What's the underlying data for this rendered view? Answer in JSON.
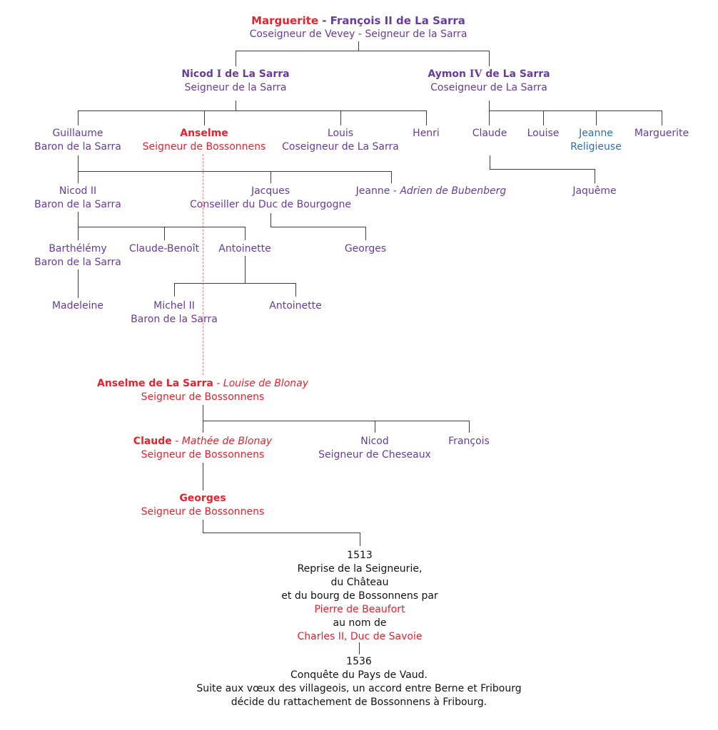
{
  "colors": {
    "purple": "#683c9b",
    "red": "#e9212d",
    "blue": "#2e6db8",
    "ink": "#121212",
    "line": "#3c3c3c",
    "dash": "#f28080"
  },
  "tree": {
    "root": {
      "wife": "Marguerite",
      "sep": " - ",
      "husband": "François II de La Sarra",
      "subtitle": "Coseigneur de Vevey - Seigneur de la Sarra"
    },
    "nicod1": {
      "pre": "Nicod ",
      "numeral": "I",
      "post": " de La Sarra",
      "subtitle": "Seigneur de la Sarra"
    },
    "aymon4": {
      "pre": "Aymon ",
      "numeral": "IV",
      "post": " de La Sarra",
      "subtitle": "Coseigneur de La Sarra"
    },
    "guillaume": {
      "name": "Guillaume",
      "subtitle": "Baron de la Sarra"
    },
    "anselme1": {
      "name": "Anselme",
      "subtitle": "Seigneur de Bossonnens"
    },
    "louis": {
      "name": "Louis",
      "subtitle": "Coseigneur de La Sarra"
    },
    "henri": {
      "name": "Henri"
    },
    "claude1": {
      "name": "Claude"
    },
    "louise": {
      "name": "Louise"
    },
    "jeanne1": {
      "name": "Jeanne",
      "subtitle": "Religieuse"
    },
    "marguerite2": {
      "name": "Marguerite"
    },
    "nicod2": {
      "name": "Nicod II",
      "subtitle": "Baron de la Sarra"
    },
    "jacques": {
      "name": "Jacques",
      "subtitle": "Conseiller du Duc de Bourgogne"
    },
    "jeanne2": {
      "name": "Jeanne",
      "sep": " - ",
      "spouse": "Adrien de Bubenberg"
    },
    "jaqueme": {
      "name": "Jaquême"
    },
    "barthelemy": {
      "name": "Barthélémy",
      "subtitle": "Baron de la Sarra"
    },
    "claudebenoit": {
      "name": "Claude-Benoît"
    },
    "antoinette1": {
      "name": "Antoinette"
    },
    "georges1": {
      "name": "Georges"
    },
    "madeleine": {
      "name": "Madeleine"
    },
    "michel2": {
      "name": "Michel II",
      "subtitle": "Baron de la Sarra"
    },
    "antoinette2": {
      "name": "Antoinette"
    },
    "anselme2": {
      "name": "Anselme de La Sarra",
      "sep": " - ",
      "spouse": "Louise de Blonay",
      "subtitle": "Seigneur de Bossonnens"
    },
    "claude2": {
      "name": "Claude",
      "sep": " - ",
      "spouse": "Mathée de Blonay",
      "subtitle": "Seigneur de Bossonnens"
    },
    "nicod3": {
      "name": "Nicod",
      "subtitle": "Seigneur de Cheseaux"
    },
    "francois3": {
      "name": "François"
    },
    "georges2": {
      "name": "Georges",
      "subtitle": "Seigneur de Bossonnens"
    }
  },
  "events": {
    "y1513": {
      "year": "1513",
      "line1": "Reprise de la Seigneurie,",
      "line2": "du Château",
      "line3": "et du bourg de Bossonnens par",
      "actor1": "Pierre de Beaufort",
      "line4": "au nom de",
      "actor2": "Charles II, Duc de Savoie"
    },
    "y1536": {
      "year": "1536",
      "line1": "Conquête du Pays de Vaud.",
      "line2": "Suite aux vœux des villageois, un accord entre Berne et Fribourg",
      "line3": "décide du rattachement de Bossonnens à Fribourg."
    }
  }
}
